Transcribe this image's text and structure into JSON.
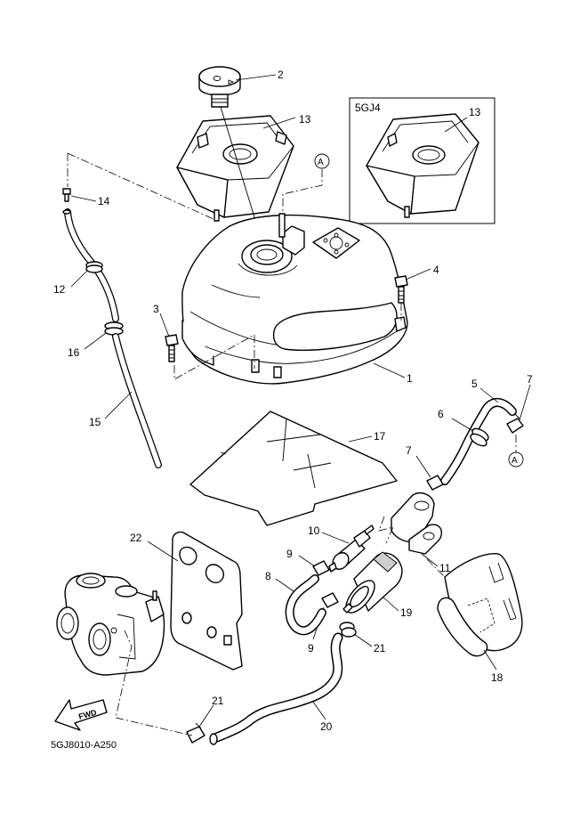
{
  "callouts": {
    "c1": "1",
    "c2": "2",
    "c3": "3",
    "c4": "4",
    "c5": "5",
    "c6": "6",
    "c7a": "7",
    "c7b": "7",
    "c8": "8",
    "c9a": "9",
    "c9b": "9",
    "c10": "10",
    "c11": "11",
    "c12": "12",
    "c13a": "13",
    "c13b": "13",
    "c14": "14",
    "c15": "15",
    "c16": "16",
    "c17": "17",
    "c18": "18",
    "c19": "19",
    "c20": "20",
    "c21a": "21",
    "c21b": "21",
    "c22": "22"
  },
  "refs": {
    "a_top": "A",
    "a_right": "A"
  },
  "inset_label": "5GJ4",
  "drawing_code": "5GJ8010-A250",
  "fwd_label": "FWD"
}
